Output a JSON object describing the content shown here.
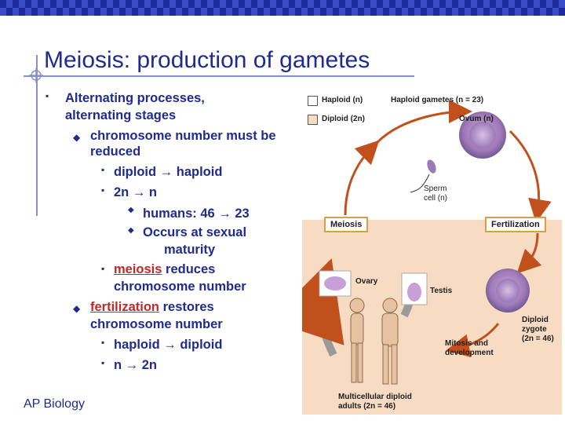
{
  "slide": {
    "title": "Meiosis: production of gametes",
    "footer": "AP Biology",
    "bullets": {
      "b1": "Alternating processes,",
      "b1b": "alternating stages",
      "b2": "chromosome number must be",
      "b2b": "reduced",
      "b3": "diploid → haploid",
      "b4": "2n → n",
      "b5": "humans: 46 → 23",
      "b6": "Occurs at sexual",
      "b6b": "maturity",
      "b7_link": "meiosis",
      "b7_rest": " reduces",
      "b7b": "chromosome number",
      "b8_link": "fertilization",
      "b8_rest": " restores",
      "b8b": "chromosome number",
      "b9": "haploid → diploid",
      "b10": "n → 2n"
    }
  },
  "figure": {
    "legend_haploid": "Haploid (n)",
    "legend_diploid": "Diploid (2n)",
    "haploid_gametes": "Haploid gametes (n = 23)",
    "ovum": "Ovum (n)",
    "sperm": "Sperm",
    "sperm2": "cell (n)",
    "meiosis": "Meiosis",
    "fertilization": "Fertilization",
    "ovary": "Ovary",
    "testis": "Testis",
    "zygote1": "Diploid",
    "zygote2": "zygote",
    "zygote3": "(2n = 46)",
    "mitosis1": "Mitosis and",
    "mitosis2": "development",
    "adults1": "Multicellular diploid",
    "adults2": "adults (2n = 46)"
  },
  "colors": {
    "title_blue": "#1f2b8f",
    "link_red": "#c0282a",
    "diploid_bg": "#f7dcc3",
    "cycle_arrow": "#c0501c"
  }
}
